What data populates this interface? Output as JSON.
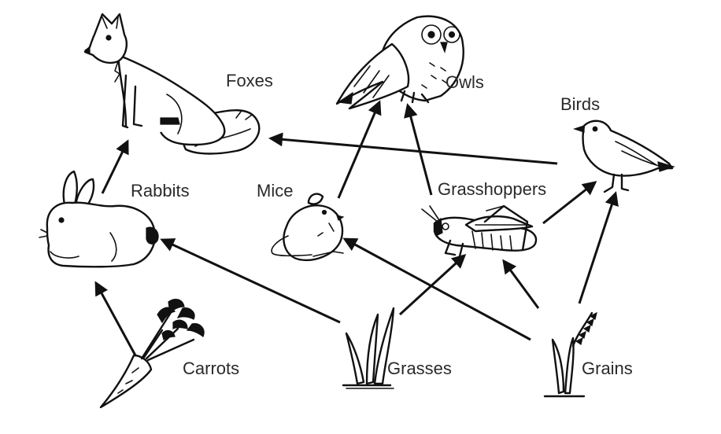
{
  "diagram": {
    "type": "food-web",
    "nodes": [
      {
        "id": "foxes",
        "label": "Foxes",
        "icon": "fox-icon"
      },
      {
        "id": "owls",
        "label": "Owls",
        "icon": "owl-icon"
      },
      {
        "id": "birds",
        "label": "Birds",
        "icon": "bird-icon"
      },
      {
        "id": "rabbits",
        "label": "Rabbits",
        "icon": "rabbit-icon"
      },
      {
        "id": "mice",
        "label": "Mice",
        "icon": "mouse-icon"
      },
      {
        "id": "grasshoppers",
        "label": "Grasshoppers",
        "icon": "grasshopper-icon"
      },
      {
        "id": "carrots",
        "label": "Carrots",
        "icon": "carrot-icon"
      },
      {
        "id": "grasses",
        "label": "Grasses",
        "icon": "grass-icon"
      },
      {
        "id": "grains",
        "label": "Grains",
        "icon": "grain-icon"
      }
    ],
    "edges": [
      {
        "from": "carrots",
        "to": "rabbits"
      },
      {
        "from": "grasses",
        "to": "rabbits"
      },
      {
        "from": "grasses",
        "to": "grasshoppers"
      },
      {
        "from": "grains",
        "to": "mice"
      },
      {
        "from": "grains",
        "to": "grasshoppers"
      },
      {
        "from": "grains",
        "to": "birds"
      },
      {
        "from": "rabbits",
        "to": "foxes"
      },
      {
        "from": "mice",
        "to": "owls"
      },
      {
        "from": "grasshoppers",
        "to": "owls"
      },
      {
        "from": "grasshoppers",
        "to": "birds"
      },
      {
        "from": "birds",
        "to": "foxes"
      }
    ],
    "colors": {
      "ink": "#111111",
      "label": "#2a2a2a",
      "background": "#ffffff"
    }
  }
}
